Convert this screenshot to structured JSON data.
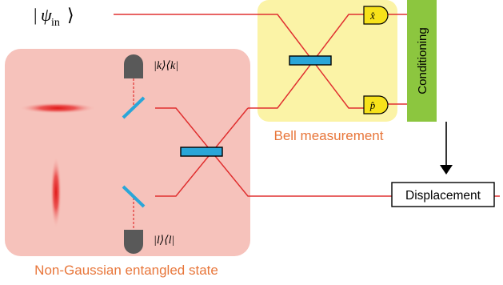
{
  "input_state": {
    "psi": "ψ",
    "sub": "in"
  },
  "labels": {
    "bell_measurement": "Bell measurement",
    "conditioning": "Conditioning",
    "displacement": "Displacement",
    "nongaussian": "Non-Gaussian entangled state"
  },
  "detectors": {
    "x": "x̂",
    "p": "p̂",
    "top_projector": "|k⟩⟨k|",
    "bottom_projector": "|l⟩⟨l|"
  },
  "colors": {
    "beam": "#e03030",
    "nongaussian_fill": "#f6c2bb",
    "bell_fill": "#fbf3a6",
    "conditioning_fill": "#8cc63f",
    "detector_yellow": "#f7e21a",
    "detector_gray": "#595959",
    "splitter": "#2aa6d8",
    "accent_text": "#e8763a"
  }
}
